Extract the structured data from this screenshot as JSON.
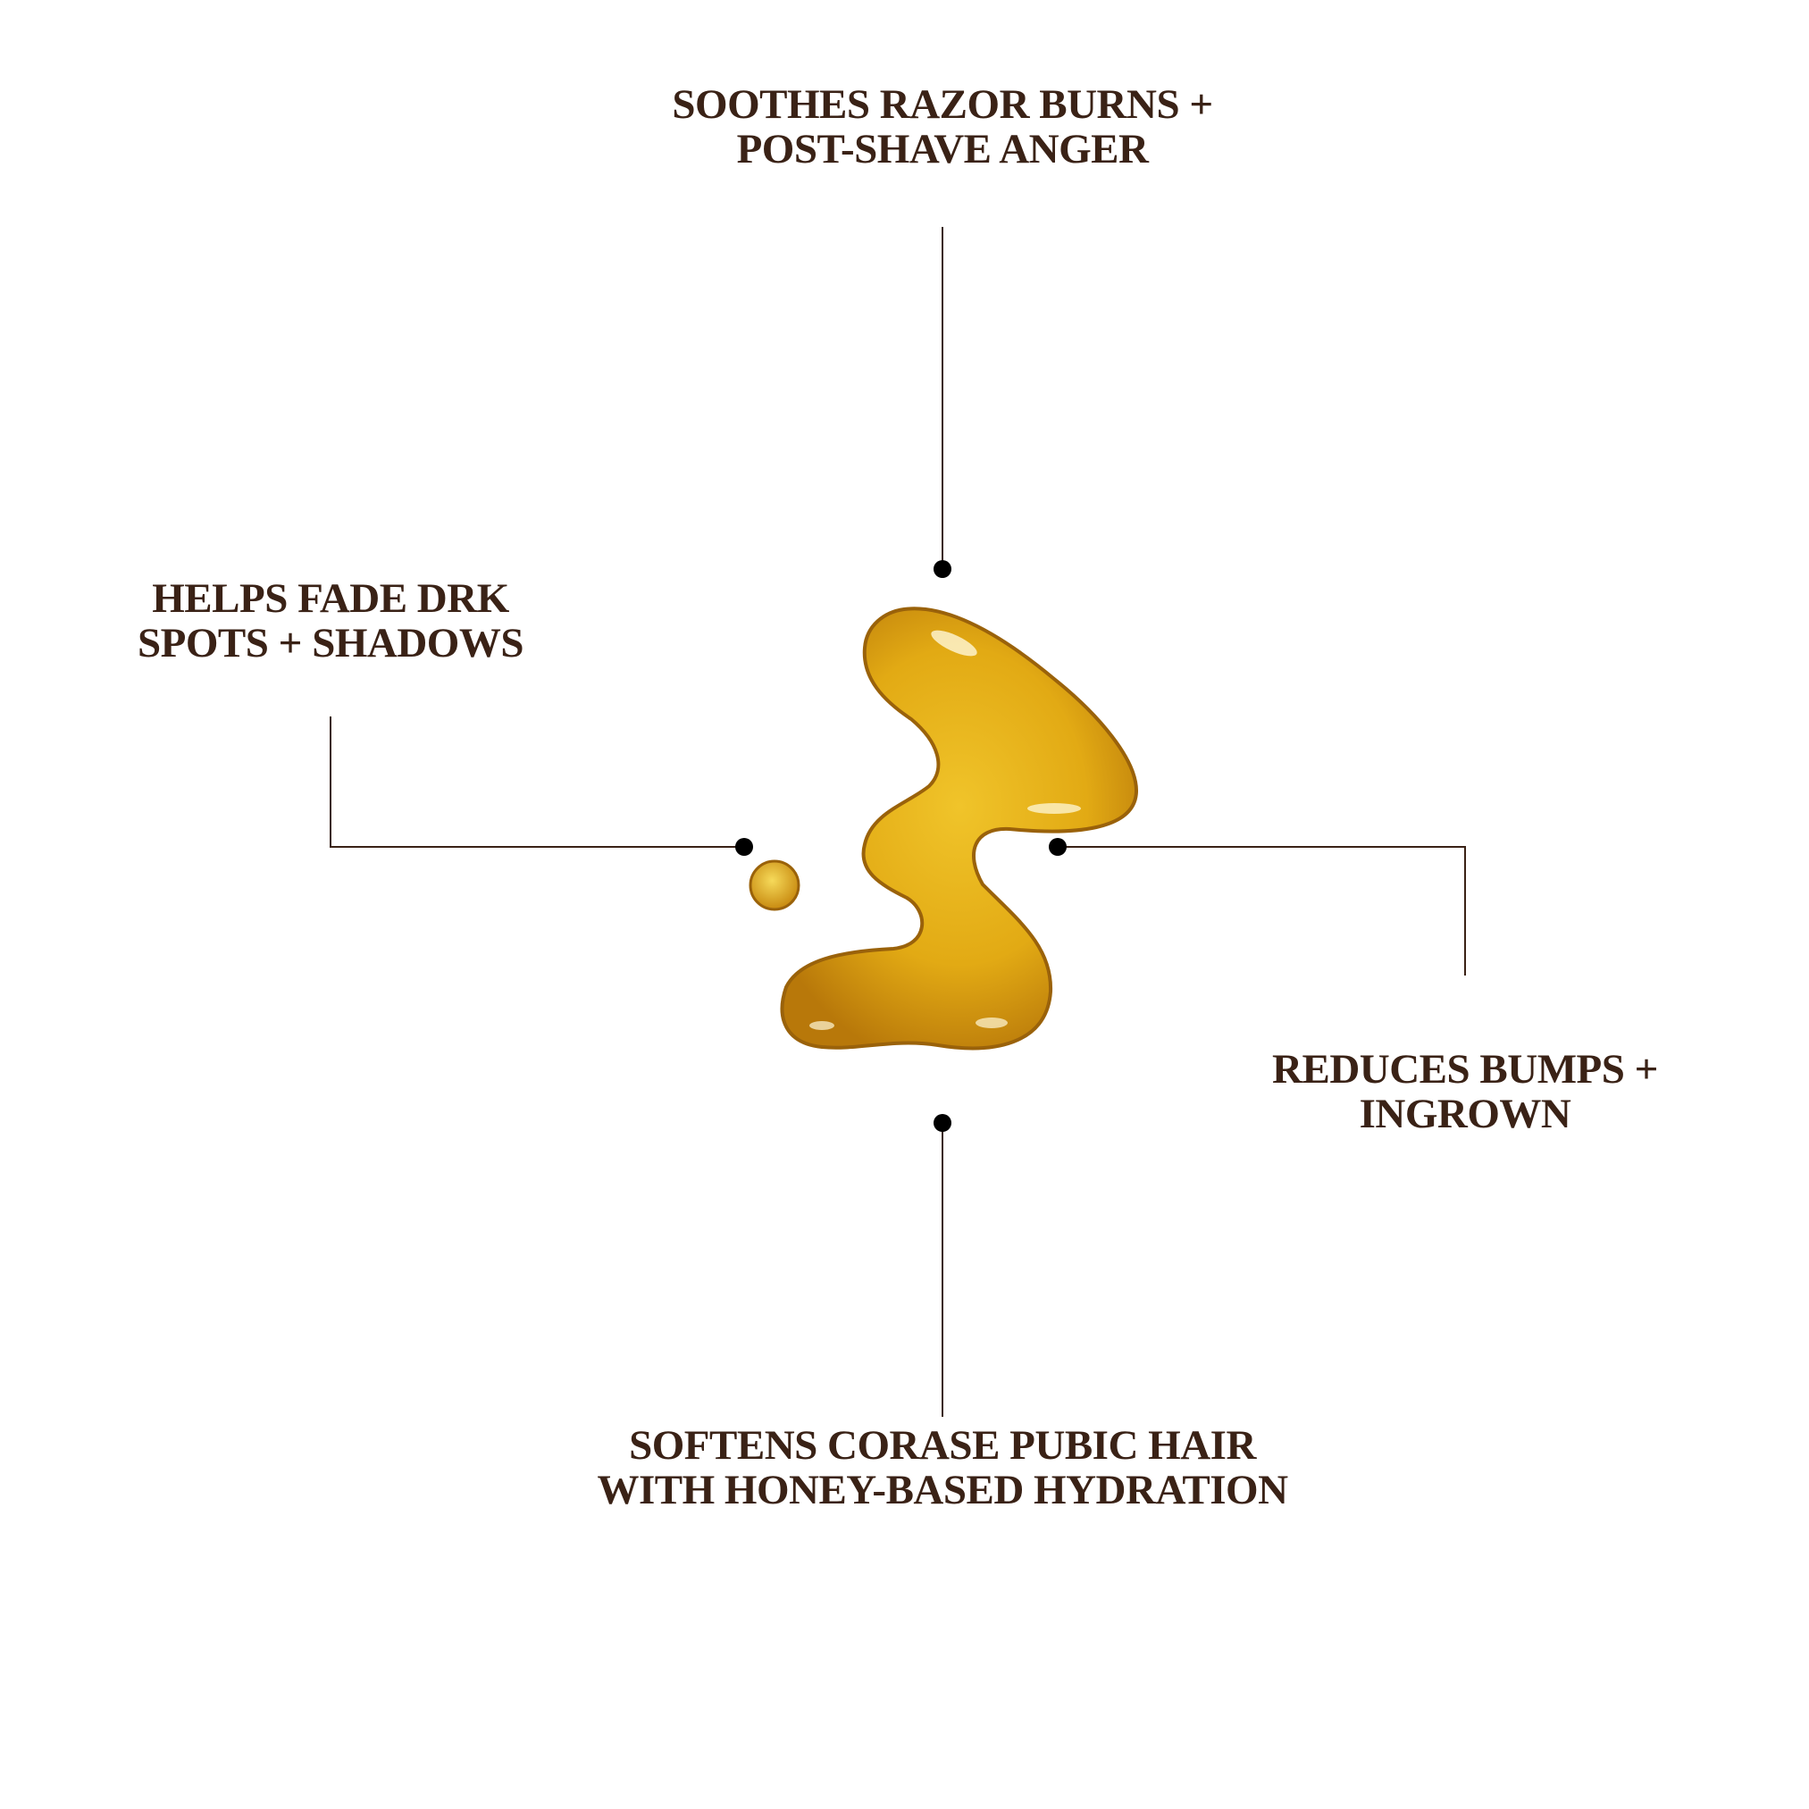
{
  "colors": {
    "text": "#3a2216",
    "line": "#3a2216",
    "dot": "#000000",
    "honey": "#e0a90f"
  },
  "callouts": {
    "top": {
      "line1": "SOOTHES RAZOR BURNS +",
      "line2": "POST-SHAVE ANGER"
    },
    "left": {
      "line1": "HELPS FADE DRK",
      "line2": "SPOTS + SHADOWS"
    },
    "right": {
      "line1": "REDUCES BUMPS +",
      "line2": "INGROWN"
    },
    "bottom": {
      "line1": "SOFTENS CORASE PUBIC HAIR",
      "line2": "WITH HONEY-BASED HYDRATION"
    }
  }
}
